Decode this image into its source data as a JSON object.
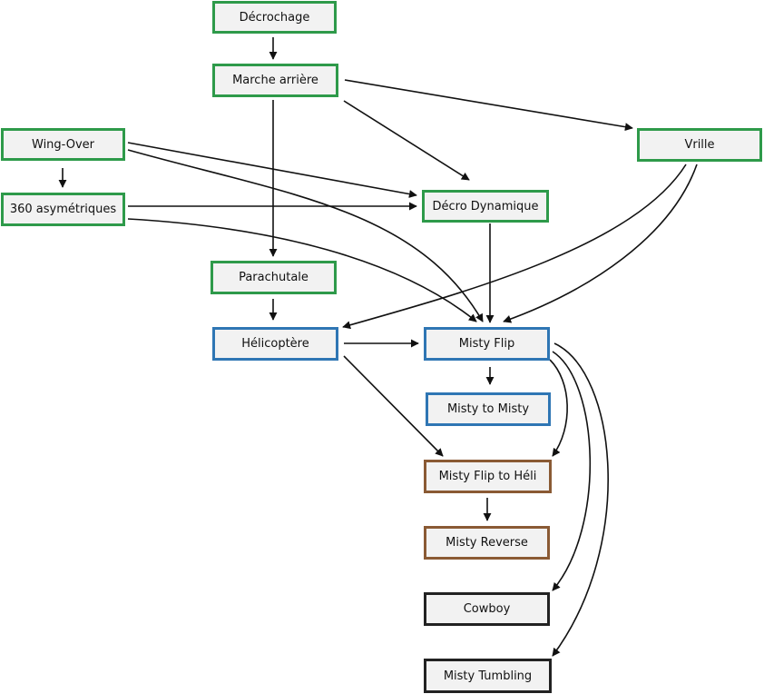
{
  "colors": {
    "green": "#2e9a4a",
    "blue": "#2f76b4",
    "brown": "#8a5a34",
    "black": "#222222",
    "fill": "#f2f2f2"
  },
  "nodes": {
    "decrochage": "Décrochage",
    "marche_arriere": "Marche arrière",
    "wing_over": "Wing-Over",
    "vrille": "Vrille",
    "asymetriques_360": "360 asymétriques",
    "decro_dynamique": "Décro Dynamique",
    "parachutale": "Parachutale",
    "helicoptere": "Hélicoptère",
    "misty_flip": "Misty Flip",
    "misty_to_misty": "Misty to Misty",
    "misty_flip_to_heli": "Misty Flip to Héli",
    "misty_reverse": "Misty Reverse",
    "cowboy": "Cowboy",
    "misty_tumbling": "Misty Tumbling"
  },
  "edges": [
    {
      "from": "Décrochage",
      "to": "Marche arrière"
    },
    {
      "from": "Marche arrière",
      "to": "Vrille"
    },
    {
      "from": "Marche arrière",
      "to": "Décro Dynamique"
    },
    {
      "from": "Marche arrière",
      "to": "Parachutale"
    },
    {
      "from": "Wing-Over",
      "to": "360 asymétriques"
    },
    {
      "from": "Wing-Over",
      "to": "Décro Dynamique"
    },
    {
      "from": "Wing-Over",
      "to": "Misty Flip"
    },
    {
      "from": "360 asymétriques",
      "to": "Décro Dynamique"
    },
    {
      "from": "360 asymétriques",
      "to": "Misty Flip"
    },
    {
      "from": "Vrille",
      "to": "Hélicoptère"
    },
    {
      "from": "Vrille",
      "to": "Misty Flip"
    },
    {
      "from": "Décro Dynamique",
      "to": "Misty Flip"
    },
    {
      "from": "Parachutale",
      "to": "Hélicoptère"
    },
    {
      "from": "Hélicoptère",
      "to": "Misty Flip"
    },
    {
      "from": "Hélicoptère",
      "to": "Misty Flip to Héli"
    },
    {
      "from": "Misty Flip",
      "to": "Misty to Misty"
    },
    {
      "from": "Misty Flip",
      "to": "Misty Flip to Héli"
    },
    {
      "from": "Misty Flip",
      "to": "Cowboy"
    },
    {
      "from": "Misty Flip",
      "to": "Misty Tumbling"
    },
    {
      "from": "Misty Flip to Héli",
      "to": "Misty Reverse"
    }
  ]
}
